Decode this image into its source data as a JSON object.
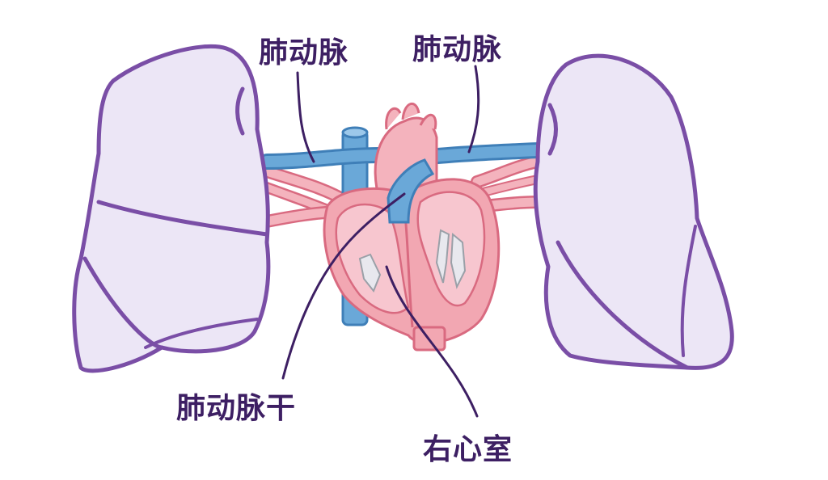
{
  "labels": {
    "pulmonary_artery_left": "肺动脉",
    "pulmonary_artery_right": "肺动脉",
    "pulmonary_trunk": "肺动脉干",
    "right_ventricle": "右心室"
  },
  "colors": {
    "lung_fill": "#ece6f6",
    "lung_outline": "#7a4ea6",
    "heart_fill": "#f2a7b2",
    "heart_inner": "#f7c6cf",
    "heart_outline": "#d96a80",
    "vein_blue": "#6aa8d8",
    "artery_pink": "#ef9aa6",
    "leader_line": "#3d1f63",
    "label_text": "#3d1f63"
  }
}
